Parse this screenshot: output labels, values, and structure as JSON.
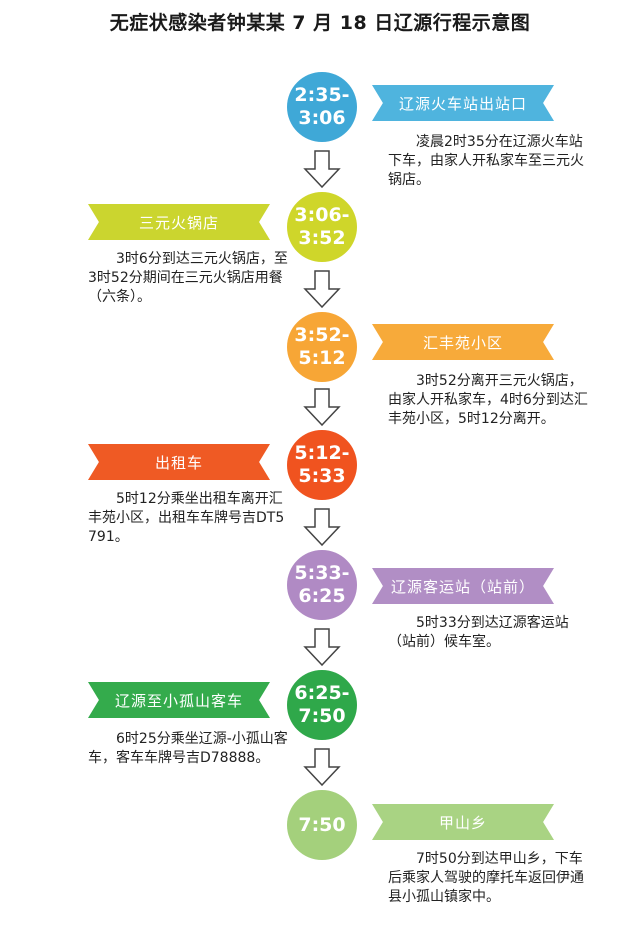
{
  "title": "无症状感染者钟某某 7 月 18 日辽源行程示意图",
  "steps": [
    {
      "time": "2:35-\n3:06",
      "color": "#3fa8d7",
      "label": "辽源火车站出站口",
      "label_color": "#4fb4de",
      "desc": "凌晨2时35分在辽源火车站下车，由家人开私家车至三元火锅店。"
    },
    {
      "time": "3:06-\n3:52",
      "color": "#cfd62a",
      "label": "三元火锅店",
      "label_color": "#cbd52f",
      "desc": "3时6分到达三元火锅店，至3时52分期间在三元火锅店用餐（六条）。"
    },
    {
      "time": "3:52-\n5:12",
      "color": "#f7a636",
      "label": "汇丰苑小区",
      "label_color": "#f7aa3a",
      "desc": "3时52分离开三元火锅店，由家人开私家车，4时6分到达汇丰苑小区，5时12分离开。"
    },
    {
      "time": "5:12-\n5:33",
      "color": "#f0531f",
      "label": "出租车",
      "label_color": "#ef5a24",
      "desc": "5时12分乘坐出租车离开汇丰苑小区，出租车车牌号吉DT5791。"
    },
    {
      "time": "5:33-\n6:25",
      "color": "#b08ac4",
      "label": "辽源客运站（站前）",
      "label_color": "#b18ec5",
      "desc": "5时33分到达辽源客运站（站前）候车室。"
    },
    {
      "time": "6:25-\n7:50",
      "color": "#2fa84a",
      "label": "辽源至小孤山客车",
      "label_color": "#34ab4c",
      "desc": "6时25分乘坐辽源-小孤山客车，客车车牌号吉D78888。"
    },
    {
      "time": "7:50",
      "color": "#a4d07c",
      "label": "甲山乡",
      "label_color": "#a9d383",
      "desc": "7时50分到达甲山乡，下车后乘家人驾驶的摩托车返回伊通县小孤山镇家中。"
    }
  ]
}
